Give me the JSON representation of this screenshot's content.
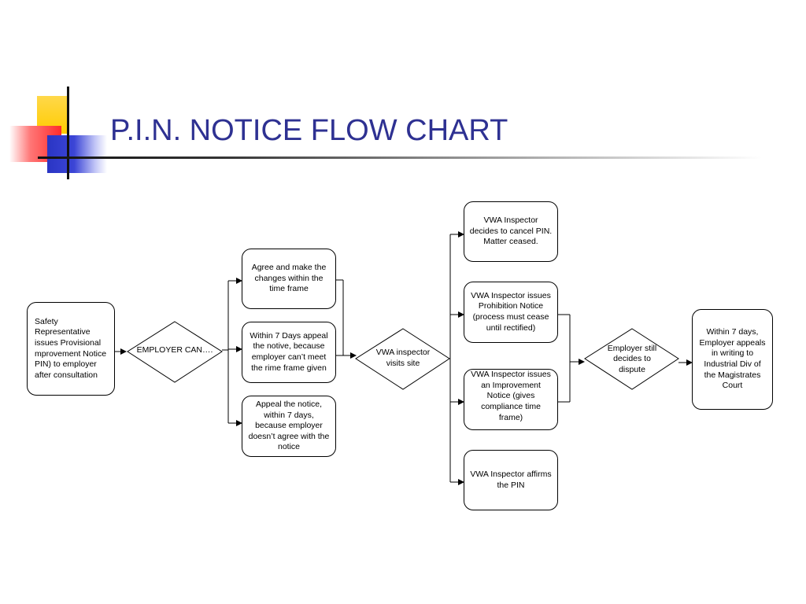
{
  "slide": {
    "title": "P.I.N. NOTICE FLOW CHART"
  },
  "flow": {
    "start": "Safety Representative issues Provisional mprovement Notice PIN) to employer after consultation",
    "employer_decision": "EMPLOYER CAN….",
    "option_agree": "Agree and make the changes within the time frame",
    "option_appeal_time": "Within 7 Days appeal the notive, because employer can’t meet the rime frame given",
    "option_appeal_disagree": "Appeal the notice, within 7 days, because employer doesn’t agree with the notice",
    "inspector_visit": "VWA inspector visits site",
    "outcome_cancel": "VWA Inspector decides to cancel PIN. Matter ceased.",
    "outcome_prohibition": "VWA Inspector issues Prohibition Notice (process must cease until rectified)",
    "outcome_improvement": "VWA Inspector issues an Improvement Notice (gives compliance time frame)",
    "outcome_affirm": "VWA Inspector affirms the PIN",
    "dispute_decision": "Employer still decides to dispute",
    "final_appeal": "Within 7 days, Employer appeals in writing to Industrial Div of the Magistrates Court"
  },
  "colors": {
    "title": "#2e3192",
    "accent_yellow": "#ffcc00",
    "accent_red": "#ff2b2b",
    "accent_blue": "#2a35c4",
    "line": "#000000"
  }
}
